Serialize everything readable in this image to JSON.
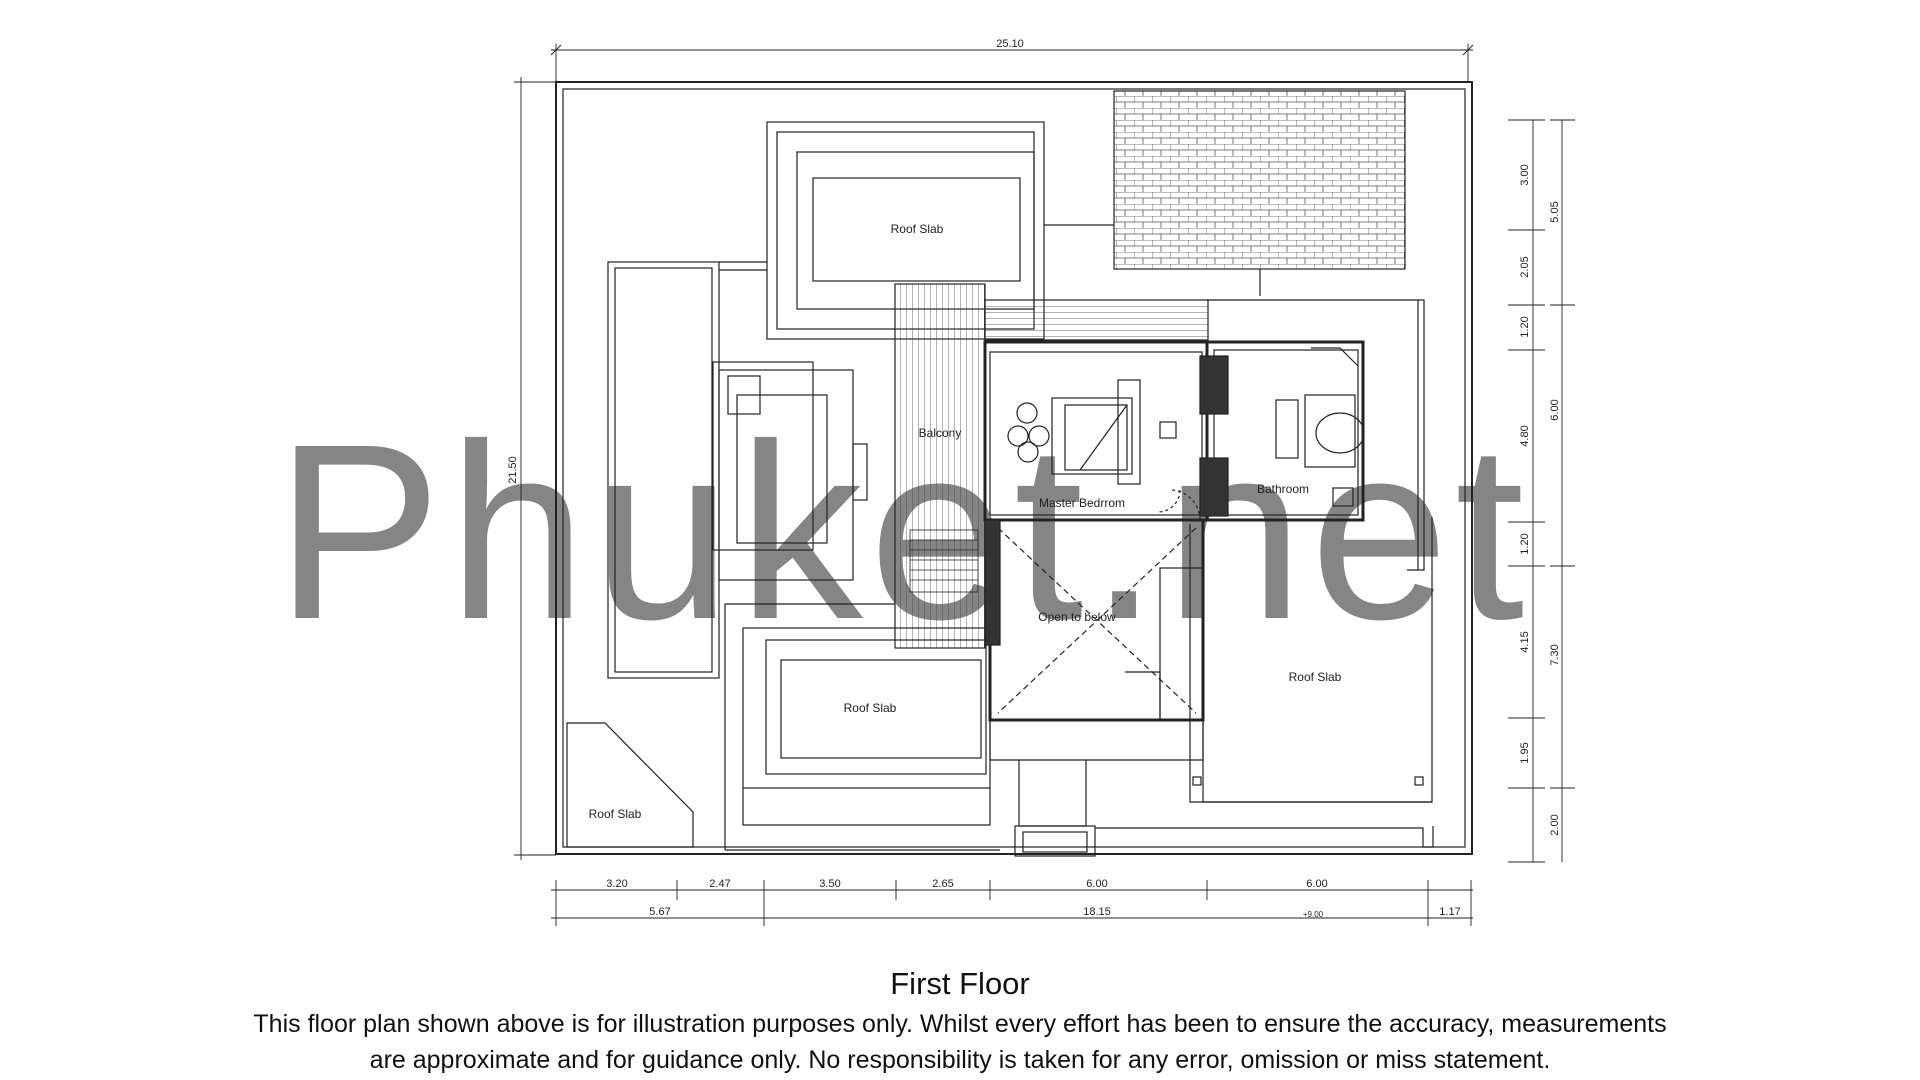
{
  "watermark": "Phuket.net",
  "rooms": {
    "roof_slab_top": "Roof Slab",
    "roof_slab_mid": "Roof Slab",
    "roof_slab_bottom_left": "Roof Slab",
    "roof_slab_right": "Roof Slab",
    "balcony": "Balcony",
    "master_bedroom": "Master Bedrrom",
    "bathroom": "Bathroom",
    "open_to_below": "Open to below"
  },
  "dimensions": {
    "top_total": "25.10",
    "left_total": "21.50",
    "right_segments": [
      "3.00",
      "2.05",
      "1.20",
      "4.80",
      "1.20",
      "4.15",
      "1.95",
      "2.00"
    ],
    "right_groups": [
      "5.05",
      "6.00",
      "7.30"
    ],
    "bottom_segments": [
      "3.20",
      "2.47",
      "3.50",
      "2.65",
      "6.00",
      "6.00"
    ],
    "bottom_groups": [
      "5.67",
      "18.15",
      "+9.00",
      "1.17"
    ]
  },
  "caption": {
    "title": "First Floor",
    "disclaimer_line1": "This floor plan shown above is for illustration purposes only. Whilst every effort has been to ensure the accuracy, measurements",
    "disclaimer_line2": "are approximate and for guidance only. No responsibility is taken for any error, omission or miss statement."
  }
}
